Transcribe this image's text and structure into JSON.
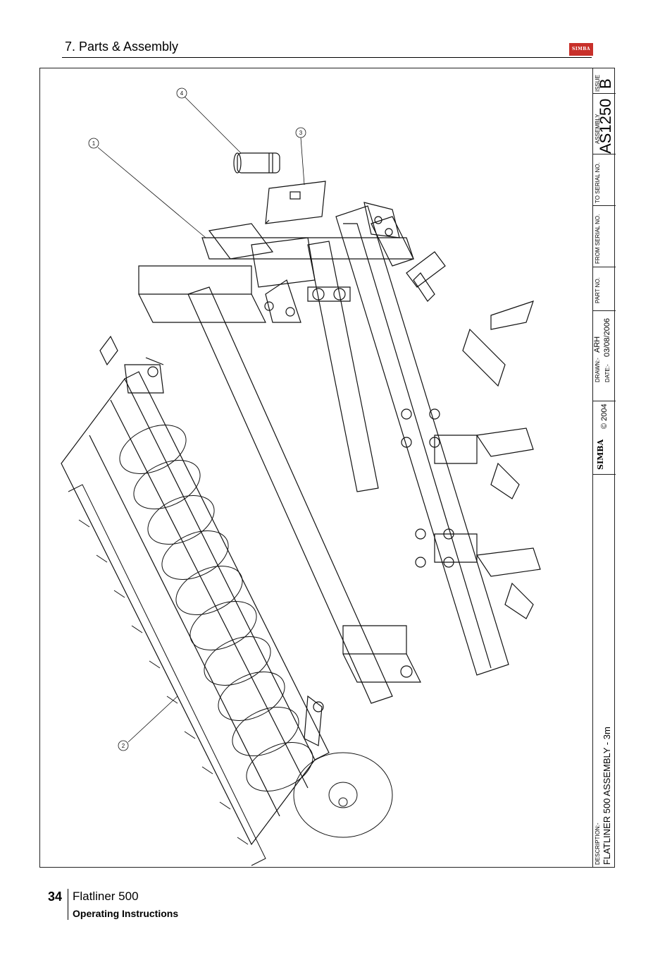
{
  "header": {
    "section_title": "7. Parts & Assembly",
    "logo_text": "SIMBA"
  },
  "title_block": {
    "issue_label": "ISSUE",
    "issue_value": "B",
    "assembly_label": "ASSEMBLY",
    "assembly_no": "AS1250",
    "to_serial_label": "TO SERIAL NO.",
    "from_serial_label": "FROM SERIAL NO.",
    "part_no_label": "PART NO.",
    "drawn_label": "DRAWN:-",
    "drawn_value": "ARH",
    "date_label": "DATE:-",
    "date_value": "03/08/2006",
    "brand": "SIMBA",
    "copyright": "© 2004",
    "description_label": "DESCRIPTION:-",
    "description": "FLATLINER 500 ASSEMBLY - 3m"
  },
  "callouts": [
    "1",
    "2",
    "3",
    "4"
  ],
  "footer": {
    "page_number": "34",
    "product": "Flatliner 500",
    "subtitle": "Operating Instructions"
  },
  "colors": {
    "logo_red": "#c8302a",
    "line": "#222222"
  }
}
